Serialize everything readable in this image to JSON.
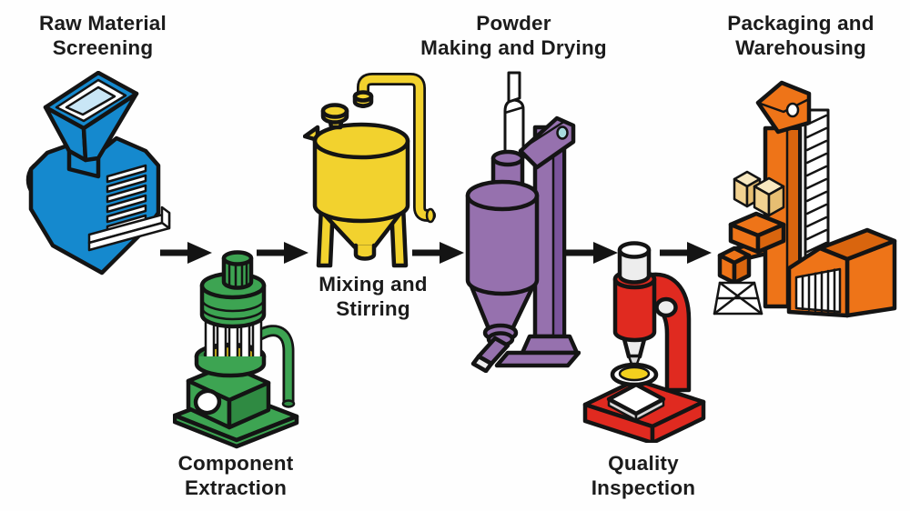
{
  "diagram_type": "process-flow",
  "flow_direction": "left-to-right",
  "arrows": {
    "count": 5,
    "color": "#141414"
  },
  "palette": {
    "background": "#FEFEFE",
    "text": "#1B1B1B",
    "outline": "#141414",
    "white": "#FFFFFF",
    "light_gray": "#EDEDED",
    "mid_gray": "#D9D9D9",
    "hopper_inner": "#C9E6F6",
    "sample_yellow": "#F2D01E",
    "teal_hole": "#A9DCDF",
    "tan_light": "#F8E8C0",
    "tan": "#F2D291",
    "tan_dark": "#E7BE72"
  },
  "stages": [
    {
      "name": "raw-material-screening",
      "label": "Raw Material\nScreening",
      "color": "#1589CE",
      "icon": "screening-machine-icon"
    },
    {
      "name": "component-extraction",
      "label": "Component\nExtraction",
      "color": "#3DA452",
      "color_dark": "#2F8A42",
      "icon": "extraction-machine-icon"
    },
    {
      "name": "mixing-and-stirring",
      "label": "Mixing and\nStirring",
      "color": "#F2D22E",
      "icon": "mixing-tank-icon"
    },
    {
      "name": "powder-making-and-drying",
      "label": "Powder\nMaking and Drying",
      "color": "#9671AE",
      "color_dark": "#7B549B",
      "icon": "spray-dryer-icon"
    },
    {
      "name": "quality-inspection",
      "label": "Quality\nInspection",
      "color": "#E02A20",
      "icon": "microscope-icon"
    },
    {
      "name": "packaging-and-warehousing",
      "label": "Packaging and\nWarehousing",
      "color": "#EE7418",
      "color_dark": "#D9650E",
      "icon": "warehouse-icon"
    }
  ]
}
